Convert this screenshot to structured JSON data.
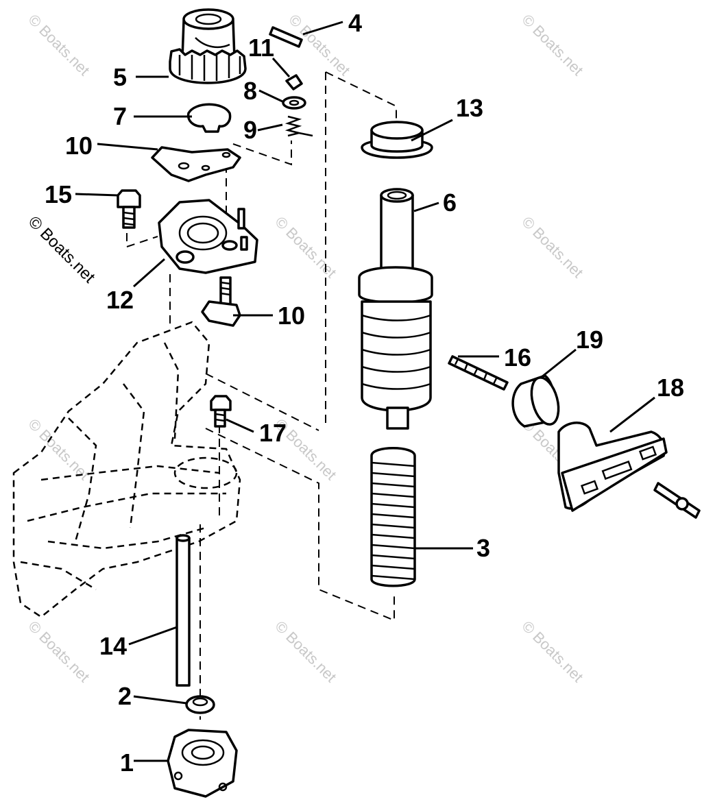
{
  "watermark": "© Boats.net",
  "callouts": {
    "p1": "1",
    "p2": "2",
    "p3": "3",
    "p4": "4",
    "p5": "5",
    "p6": "6",
    "p7": "7",
    "p8": "8",
    "p9": "9",
    "p10a": "10",
    "p10b": "10",
    "p11": "11",
    "p12": "12",
    "p13": "13",
    "p14": "14",
    "p15": "15",
    "p16": "16",
    "p17": "17",
    "p18": "18",
    "p19": "19"
  }
}
